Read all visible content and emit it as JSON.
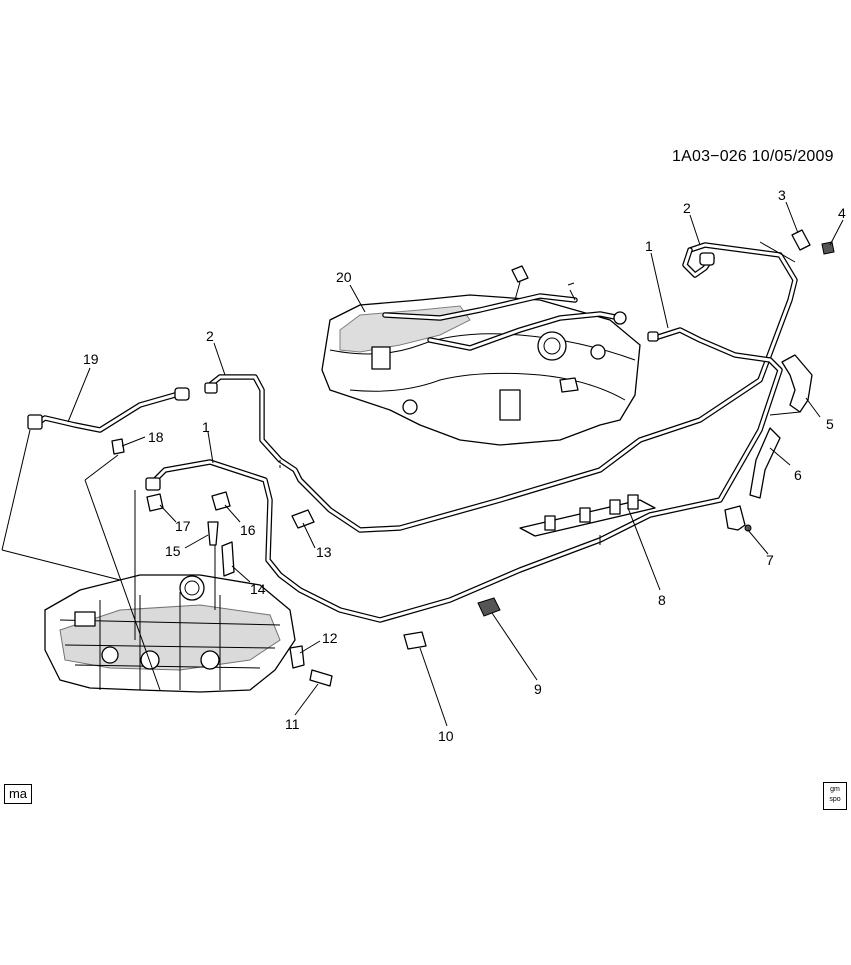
{
  "doc_id": "1A03−026  10/05/2009",
  "badges": {
    "left": "ma",
    "right_top": "gm",
    "right_bottom": "spo"
  },
  "callouts": [
    "1",
    "2",
    "3",
    "4",
    "5",
    "6",
    "7",
    "8",
    "9",
    "10",
    "11",
    "12",
    "13",
    "14",
    "15",
    "16",
    "17",
    "18",
    "19",
    "20",
    "1",
    "2"
  ]
}
